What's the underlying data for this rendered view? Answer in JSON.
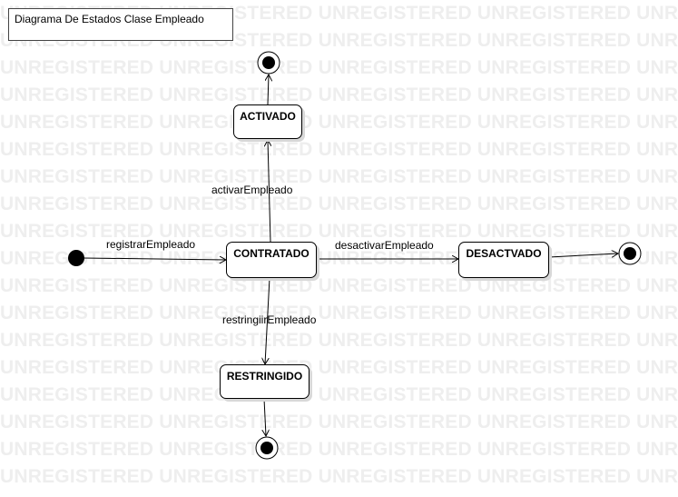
{
  "diagram": {
    "title": "Diagrama De Estados Clase Empleado",
    "watermark_word": "UNREGISTERED",
    "states": {
      "activado": "ACTIVADO",
      "contratado": "CONTRATADO",
      "desactivado": "DESACTVADO",
      "restringido": "RESTRINGIDO"
    },
    "transitions": {
      "registrar": "registrarEmpleado",
      "activar": "activarEmpleado",
      "desactivar": "desactivarEmpleado",
      "restringir": "restringiirEmpleado"
    }
  }
}
